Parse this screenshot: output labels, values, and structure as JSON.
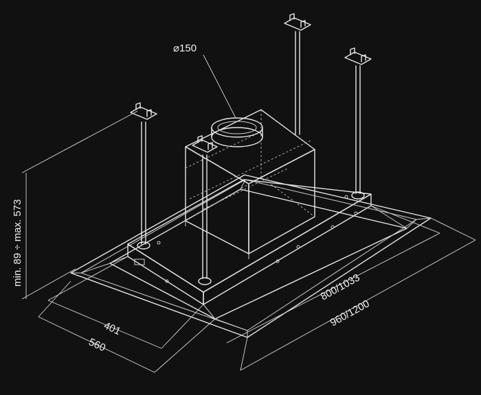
{
  "dimensions": {
    "duct_diameter": "⌀150",
    "height": "min. 89 ÷ max. 573",
    "depth_inner": "401",
    "depth_outer": "560",
    "width_inner": "800/1033",
    "width_outer": "960/1200"
  },
  "colors": {
    "background": "#111111",
    "lines": "#e8e8e8"
  }
}
